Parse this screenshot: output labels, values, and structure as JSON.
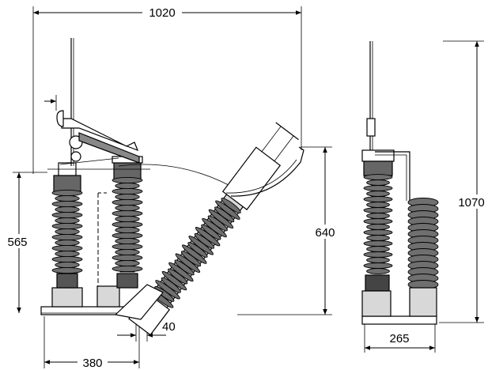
{
  "drawing": {
    "dimensions": {
      "overall_width": "1020",
      "left_height": "565",
      "tall_height": "640",
      "side_height": "1070",
      "base_offset": "40",
      "base_width": "380",
      "side_width": "265"
    },
    "colors": {
      "line": "#000000",
      "insulator_fill": "#6f6f6f",
      "insulator_dark": "#4a4a4a",
      "background": "#ffffff"
    }
  }
}
